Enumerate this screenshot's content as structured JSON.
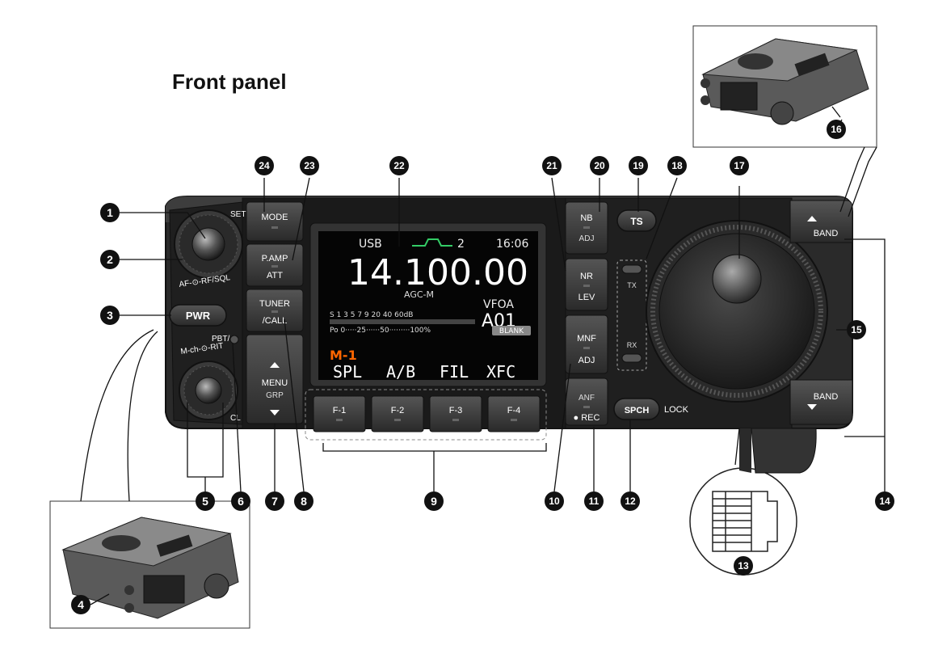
{
  "title": "Front panel",
  "knobs": {
    "set": "SET",
    "af_rf_sql": "AF-⊙-RF/SQL",
    "pwr": "PWR",
    "pbt_line1": "PBT/",
    "pbt_line2": "M-ch-⊙-RIT",
    "cl": "CL"
  },
  "left_buttons": {
    "mode": "MODE",
    "pamp": "P.AMP",
    "att": "ATT",
    "tuner": "TUNER",
    "call": "/CALL",
    "menu": "MENU",
    "grp": "GRP"
  },
  "display": {
    "mode": "USB",
    "filter": "2",
    "clock": "16:06",
    "frequency": "14.100.00",
    "agc": "AGC-M",
    "vfo": "VFOA",
    "memory": "A01",
    "blank": "BLANK",
    "s_scale": "S 1  3  5  7  9  20  40  60dB",
    "po_scale": "Po 0·····25······50·········100%",
    "memch": "M-1",
    "softkeys": [
      "SPL",
      "A/B",
      "FIL",
      "XFC"
    ]
  },
  "function_keys": [
    "F-1",
    "F-2",
    "F-3",
    "F-4"
  ],
  "right_buttons": {
    "nb": "NB",
    "nb_sub": "ADJ",
    "nr": "NR",
    "nr_sub": "LEV",
    "mnf": "MNF",
    "mnf_sub": "ADJ",
    "anf": "ANF",
    "anf_sub": "● REC",
    "ts": "TS",
    "spch": "SPCH",
    "lock": "LOCK",
    "tx": "TX",
    "rx": "RX",
    "band_up": "BAND",
    "band_down": "BAND"
  },
  "callouts": [
    "1",
    "2",
    "3",
    "4",
    "5",
    "6",
    "7",
    "8",
    "9",
    "10",
    "11",
    "12",
    "13",
    "14",
    "15",
    "16",
    "17",
    "18",
    "19",
    "20",
    "21",
    "22",
    "23",
    "24"
  ]
}
